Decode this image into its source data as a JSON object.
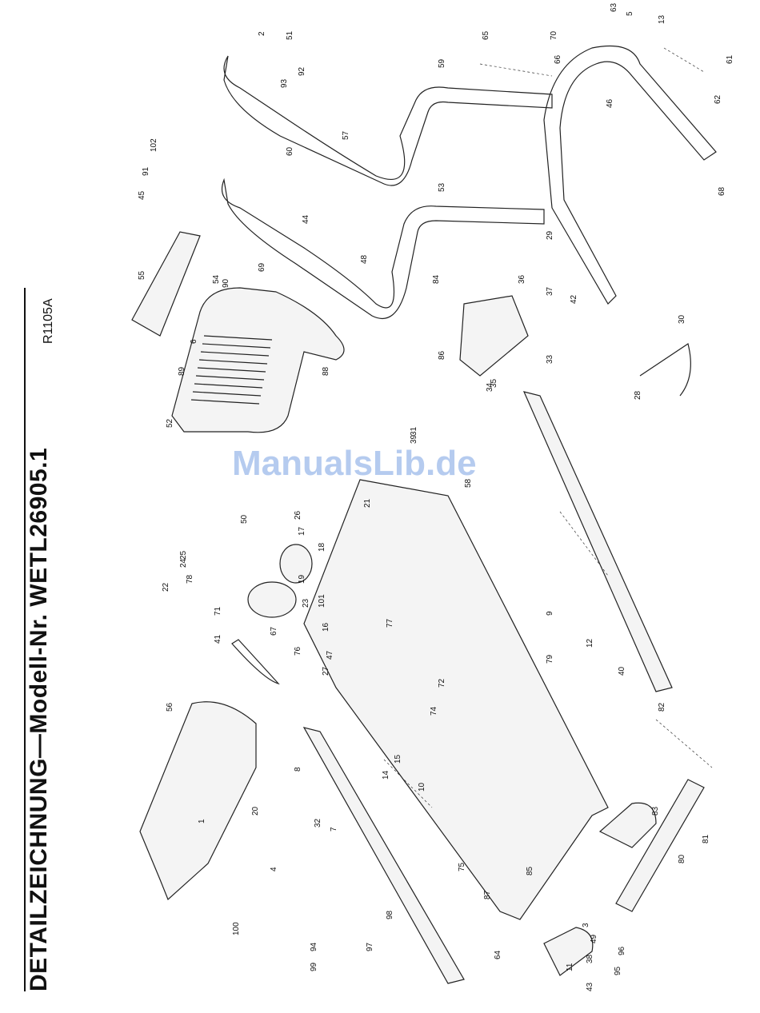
{
  "header": {
    "title": "DETAILZEICHNUNG—Modell-Nr. WETL26905.1",
    "drawing_code": "R1105A"
  },
  "watermark": {
    "text": "ManualsLib.de",
    "color": "#7aa0e1"
  },
  "diagram": {
    "callouts": [
      "1",
      "2",
      "3",
      "4",
      "5",
      "6",
      "7",
      "8",
      "9",
      "10",
      "11",
      "12",
      "13",
      "14",
      "15",
      "16",
      "17",
      "18",
      "19",
      "20",
      "21",
      "22",
      "23",
      "24",
      "25",
      "26",
      "27",
      "28",
      "29",
      "30",
      "31",
      "32",
      "33",
      "34",
      "35",
      "36",
      "37",
      "38",
      "39",
      "40",
      "41",
      "42",
      "43",
      "44",
      "45",
      "46",
      "47",
      "48",
      "49",
      "50",
      "51",
      "52",
      "53",
      "54",
      "55",
      "56",
      "57",
      "58",
      "59",
      "60",
      "61",
      "62",
      "63",
      "64",
      "65",
      "66",
      "67",
      "68",
      "69",
      "70",
      "71",
      "72",
      "74",
      "75",
      "76",
      "77",
      "78",
      "79",
      "80",
      "81",
      "82",
      "83",
      "84",
      "85",
      "86",
      "87",
      "88",
      "89",
      "90",
      "91",
      "92",
      "93",
      "94",
      "95",
      "96",
      "97",
      "98",
      "99",
      "100",
      "101",
      "102"
    ]
  }
}
